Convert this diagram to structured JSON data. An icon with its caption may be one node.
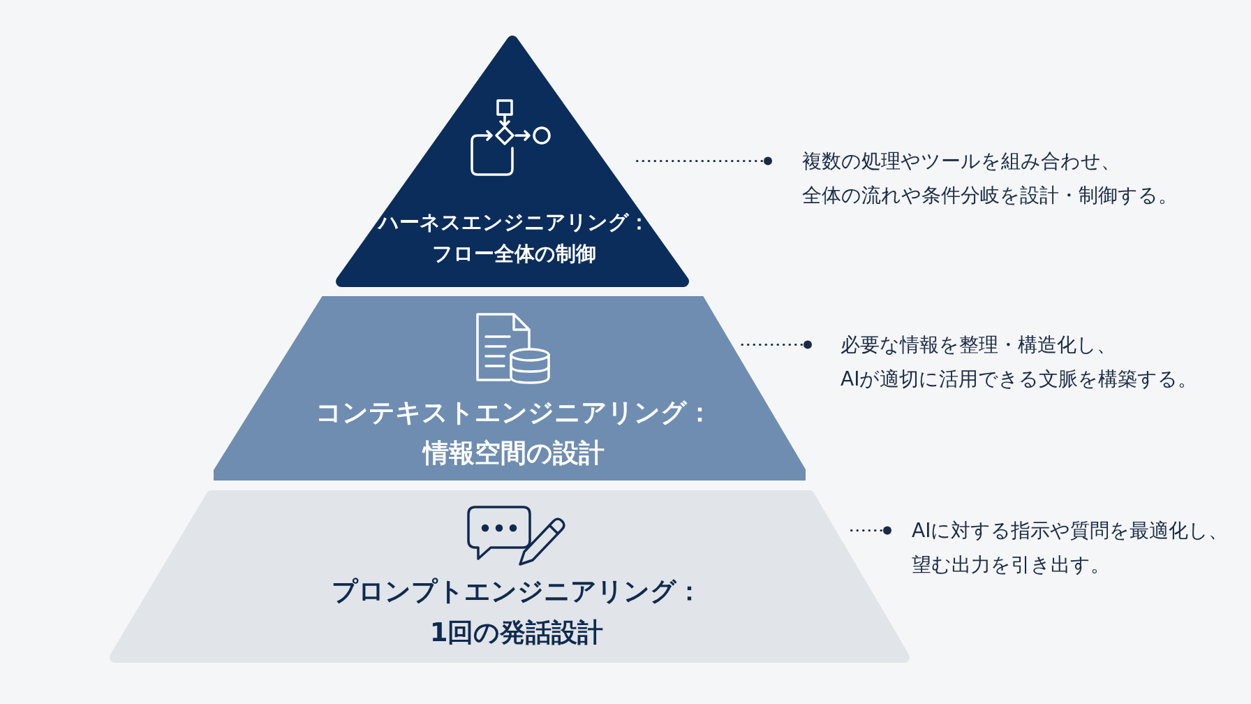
{
  "diagram": {
    "nodes": [
      {
        "text": [
          "ハーネスエンジニアリング：",
          "フロー全体の制御"
        ]
      },
      {
        "text": [
          "コンテキストエンジニアリング：",
          "情報空間の設計"
        ]
      },
      {
        "text": [
          "プロンプトエンジニアリング：",
          "1回の発話設計"
        ]
      },
      {
        "text": [
          "複数の処理やツールを組み合わせ、",
          "全体の流れや条件分岐を設計・制御する。"
        ]
      },
      {
        "text": [
          "必要な情報を整理・構造化し、",
          "AIが適切に活用できる文脈を構築する。"
        ]
      },
      {
        "text": [
          "AIに対する指示や質問を最適化し、",
          "望む出力を引き出す。"
        ]
      }
    ],
    "edges": [
      {
        "from": 3,
        "to": 0,
        "arrow": "other",
        "style": "dashed"
      },
      {
        "from": 4,
        "to": 1,
        "arrow": "other",
        "style": "dashed"
      },
      {
        "from": 5,
        "to": 2,
        "arrow": "other",
        "style": "dashed"
      }
    ]
  }
}
